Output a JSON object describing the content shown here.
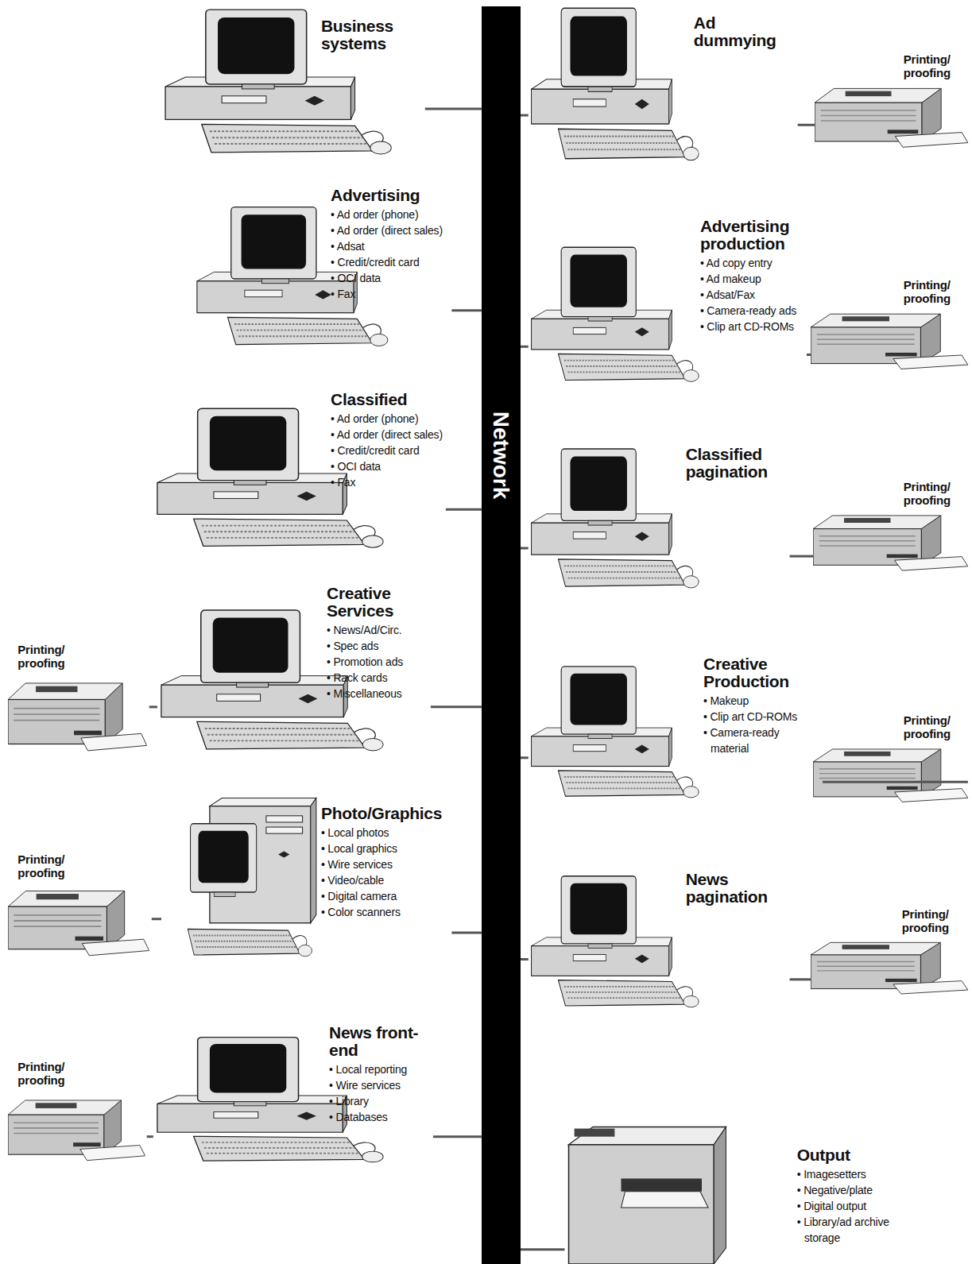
{
  "diagram": {
    "nodes": [
      {
        "text": [
          "Network"
        ]
      },
      {
        "text": [
          "Business systems"
        ]
      },
      {
        "text": [
          "Advertising",
          "• Ad order (phone)",
          "• Ad order (direct sales)",
          "• Adsat",
          "• Credit/credit card",
          "• OCI data",
          "• Fax"
        ]
      },
      {
        "text": [
          "Classified",
          "• Ad order (phone)",
          "• Ad order (direct sales)",
          "• Credit/credit card",
          "• OCI data",
          "• Fax"
        ]
      },
      {
        "text": [
          "Creative Services",
          "• News/Ad/Circ.",
          "• Spec ads",
          "• Promotion ads",
          "• Rack cards",
          "• Miscellaneous"
        ]
      },
      {
        "text": [
          "Printing/ proofing"
        ]
      },
      {
        "text": [
          "Photo/Graphics",
          "• Local photos",
          "• Local graphics",
          "• Wire services",
          "• Video/cable",
          "• Digital camera",
          "• Color scanners"
        ]
      },
      {
        "text": [
          "Printing/ proofing"
        ]
      },
      {
        "text": [
          "News front-end",
          "• Local reporting",
          "• Wire services",
          "• Library",
          "• Databases"
        ]
      },
      {
        "text": [
          "Printing/ proofing"
        ]
      },
      {
        "text": [
          "Ad dummying"
        ]
      },
      {
        "text": [
          "Printing/ proofing"
        ]
      },
      {
        "text": [
          "Advertising production",
          "• Ad copy entry",
          "• Ad makeup",
          "• Adsat/Fax",
          "• Camera-ready ads",
          "• Clip art CD-ROMs"
        ]
      },
      {
        "text": [
          "Printing/ proofing"
        ]
      },
      {
        "text": [
          "Classified pagination"
        ]
      },
      {
        "text": [
          "Printing/ proofing"
        ]
      },
      {
        "text": [
          "Creative Production",
          "• Makeup",
          "• Clip art CD-ROMs",
          "• Camera-ready material"
        ]
      },
      {
        "text": [
          "Printing/ proofing"
        ]
      },
      {
        "text": [
          "News pagination"
        ]
      },
      {
        "text": [
          "Printing/ proofing"
        ]
      },
      {
        "text": [
          "Output",
          "• Imagesetters",
          "• Negative/plate",
          "• Digital output",
          "• Library/ad archive storage"
        ]
      }
    ],
    "edges": [
      {
        "from": 1,
        "to": 0,
        "arrow": "none"
      },
      {
        "from": 2,
        "to": 0,
        "arrow": "none"
      },
      {
        "from": 3,
        "to": 0,
        "arrow": "none"
      },
      {
        "from": 4,
        "to": 0,
        "arrow": "none"
      },
      {
        "from": 6,
        "to": 0,
        "arrow": "none"
      },
      {
        "from": 8,
        "to": 0,
        "arrow": "none"
      },
      {
        "from": 10,
        "to": 0,
        "arrow": "none"
      },
      {
        "from": 12,
        "to": 0,
        "arrow": "none"
      },
      {
        "from": 14,
        "to": 0,
        "arrow": "none"
      },
      {
        "from": 16,
        "to": 0,
        "arrow": "none"
      },
      {
        "from": 18,
        "to": 0,
        "arrow": "none"
      },
      {
        "from": 20,
        "to": 0,
        "arrow": "none"
      },
      {
        "from": 4,
        "to": 5,
        "arrow": "none"
      },
      {
        "from": 6,
        "to": 7,
        "arrow": "none"
      },
      {
        "from": 8,
        "to": 9,
        "arrow": "none"
      },
      {
        "from": 10,
        "to": 11,
        "arrow": "none"
      },
      {
        "from": 12,
        "to": 13,
        "arrow": "none"
      },
      {
        "from": 14,
        "to": 15,
        "arrow": "none"
      },
      {
        "from": 16,
        "to": 17,
        "arrow": "none"
      },
      {
        "from": 18,
        "to": 19,
        "arrow": "none"
      }
    ]
  }
}
